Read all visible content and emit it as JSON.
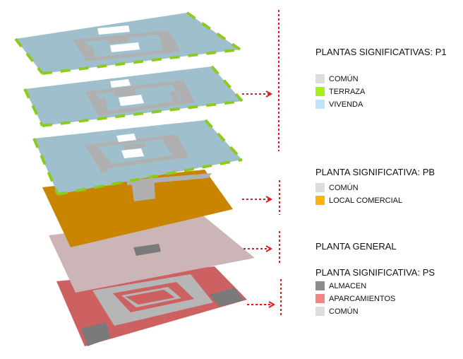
{
  "colors": {
    "slab_blue": "#9fbfcc",
    "common_grey": "#b0b0b0",
    "terrace_green": "#8ccb1e",
    "commercial": "#c98500",
    "general_pink": "#cbb5b6",
    "parking_red": "#cd6161",
    "storage_grey": "#7a7a7a",
    "arrow_red": "#e8161c"
  },
  "legend": {
    "p1": {
      "title": "PLANTAS SIGNIFICATIVAS: P1",
      "items": [
        {
          "label": "COMÚN",
          "color": "#dddddd"
        },
        {
          "label": "TERRAZA",
          "color": "#a8f019"
        },
        {
          "label": "VIVENDA",
          "color": "#bfe6f8"
        }
      ]
    },
    "pb": {
      "title": "PLANTA SIGNIFICATIVA: PB",
      "items": [
        {
          "label": "COMÚN",
          "color": "#dddddd"
        },
        {
          "label": "LOCAL COMERCIAL",
          "color": "#ffb40d"
        }
      ]
    },
    "general": {
      "title": "PLANTA GENERAL"
    },
    "ps": {
      "title": "PLANTA SIGNIFICATIVA:  PS",
      "items": [
        {
          "label": "ALMACEN",
          "color": "#8c8c8c"
        },
        {
          "label": "APARCAMIENTOS",
          "color": "#f08686"
        },
        {
          "label": "COMÚN",
          "color": "#dddddd"
        }
      ]
    }
  }
}
